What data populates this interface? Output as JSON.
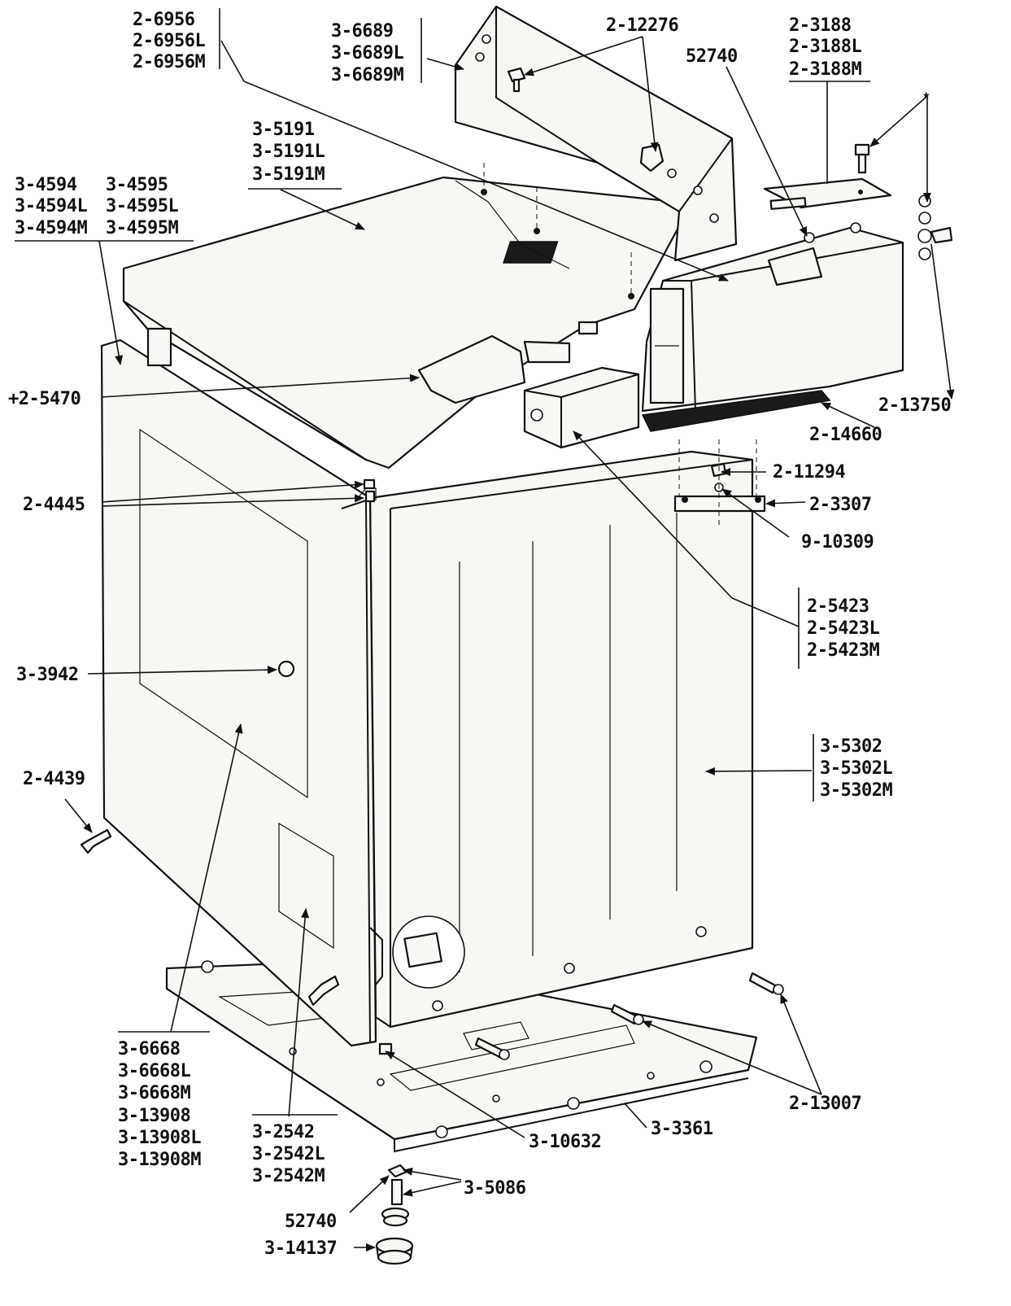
{
  "part_labels": {
    "p2_6956": [
      "2-6956",
      "2-6956L",
      "2-6956M"
    ],
    "p3_6689": [
      "3-6689",
      "3-6689L",
      "3-6689M"
    ],
    "p2_12276": "2-12276",
    "p52740_top": "52740",
    "p2_3188": [
      "2-3188",
      "2-3188L",
      "2-3188M"
    ],
    "star": "★",
    "p3_5191": [
      "3-5191",
      "3-5191L",
      "3-5191M"
    ],
    "p3_4594": [
      "3-4594",
      "3-4594L",
      "3-4594M"
    ],
    "p3_4595": [
      "3-4595",
      "3-4595L",
      "3-4595M"
    ],
    "p2_5470": "+2-5470",
    "p2_13750": "2-13750",
    "p2_14660": "2-14660",
    "p2_11294": "2-11294",
    "p2_4445": "2-4445",
    "p2_3307": "2-3307",
    "p9_10309": "9-10309",
    "p2_5423": [
      "2-5423",
      "2-5423L",
      "2-5423M"
    ],
    "p3_3942": "3-3942",
    "p3_5302": [
      "3-5302",
      "3-5302L",
      "3-5302M"
    ],
    "p2_4439": "2-4439",
    "p3_6668": [
      "3-6668",
      "3-6668L",
      "3-6668M",
      "3-13908",
      "3-13908L",
      "3-13908M"
    ],
    "p3_2542": [
      "3-2542",
      "3-2542L",
      "3-2542M"
    ],
    "p3_10632": "3-10632",
    "p3_3361": "3-3361",
    "p2_13007": "2-13007",
    "p3_5086": "3-5086",
    "p52740_bottom": "52740",
    "p3_14137": "3-14137"
  },
  "label_arrow": "→"
}
